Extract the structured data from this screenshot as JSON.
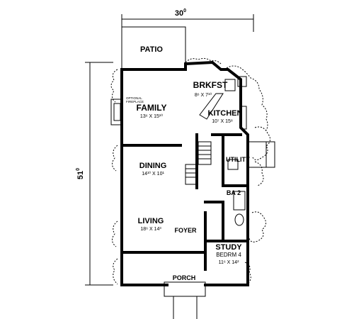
{
  "dimensions": {
    "width": "30",
    "width_sup": "0",
    "depth": "51",
    "depth_sup": "0"
  },
  "rooms": {
    "patio": "PATIO",
    "brkfst": {
      "name": "BRKFST",
      "size": "8⁶ X 7¹⁰"
    },
    "family": {
      "name": "FAMILY",
      "size": "13⁶ X 15¹⁰"
    },
    "fireplace": [
      "OPTIONAL",
      "FIREPLACE"
    ],
    "kitchen": {
      "name": "KITCHEN",
      "size": "10⁷ X 15⁸"
    },
    "dining": {
      "name": "DINING",
      "size": "14¹⁰ X 10¹"
    },
    "utility": "UTILITY",
    "ba2": "BA 2",
    "living": {
      "name": "LIVING",
      "size": "18⁶ X 14³"
    },
    "foyer": "FOYER",
    "study": {
      "name": "STUDY",
      "sub": "BEDRM 4",
      "size": "11⁶ X 14²"
    },
    "porch": "PORCH"
  }
}
